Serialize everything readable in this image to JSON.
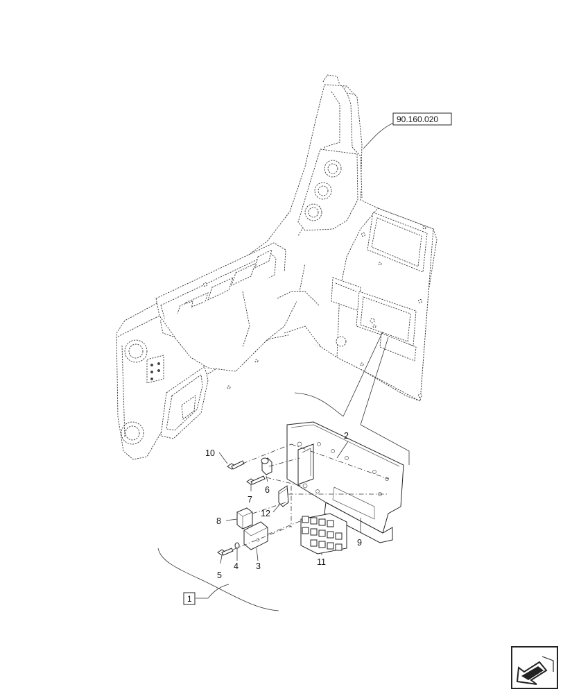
{
  "reference_labels": {
    "cross_reference": "90.160.020",
    "assembly": "1"
  },
  "callouts": [
    {
      "id": "10",
      "text": "10"
    },
    {
      "id": "2",
      "text": "2"
    },
    {
      "id": "6",
      "text": "6"
    },
    {
      "id": "7",
      "text": "7"
    },
    {
      "id": "12",
      "text": "12"
    },
    {
      "id": "8",
      "text": "8"
    },
    {
      "id": "9",
      "text": "9"
    },
    {
      "id": "5",
      "text": "5"
    },
    {
      "id": "4",
      "text": "4"
    },
    {
      "id": "3",
      "text": "3"
    },
    {
      "id": "11",
      "text": "11"
    }
  ],
  "corner_icon": {
    "name": "next-page-arrow-icon"
  }
}
